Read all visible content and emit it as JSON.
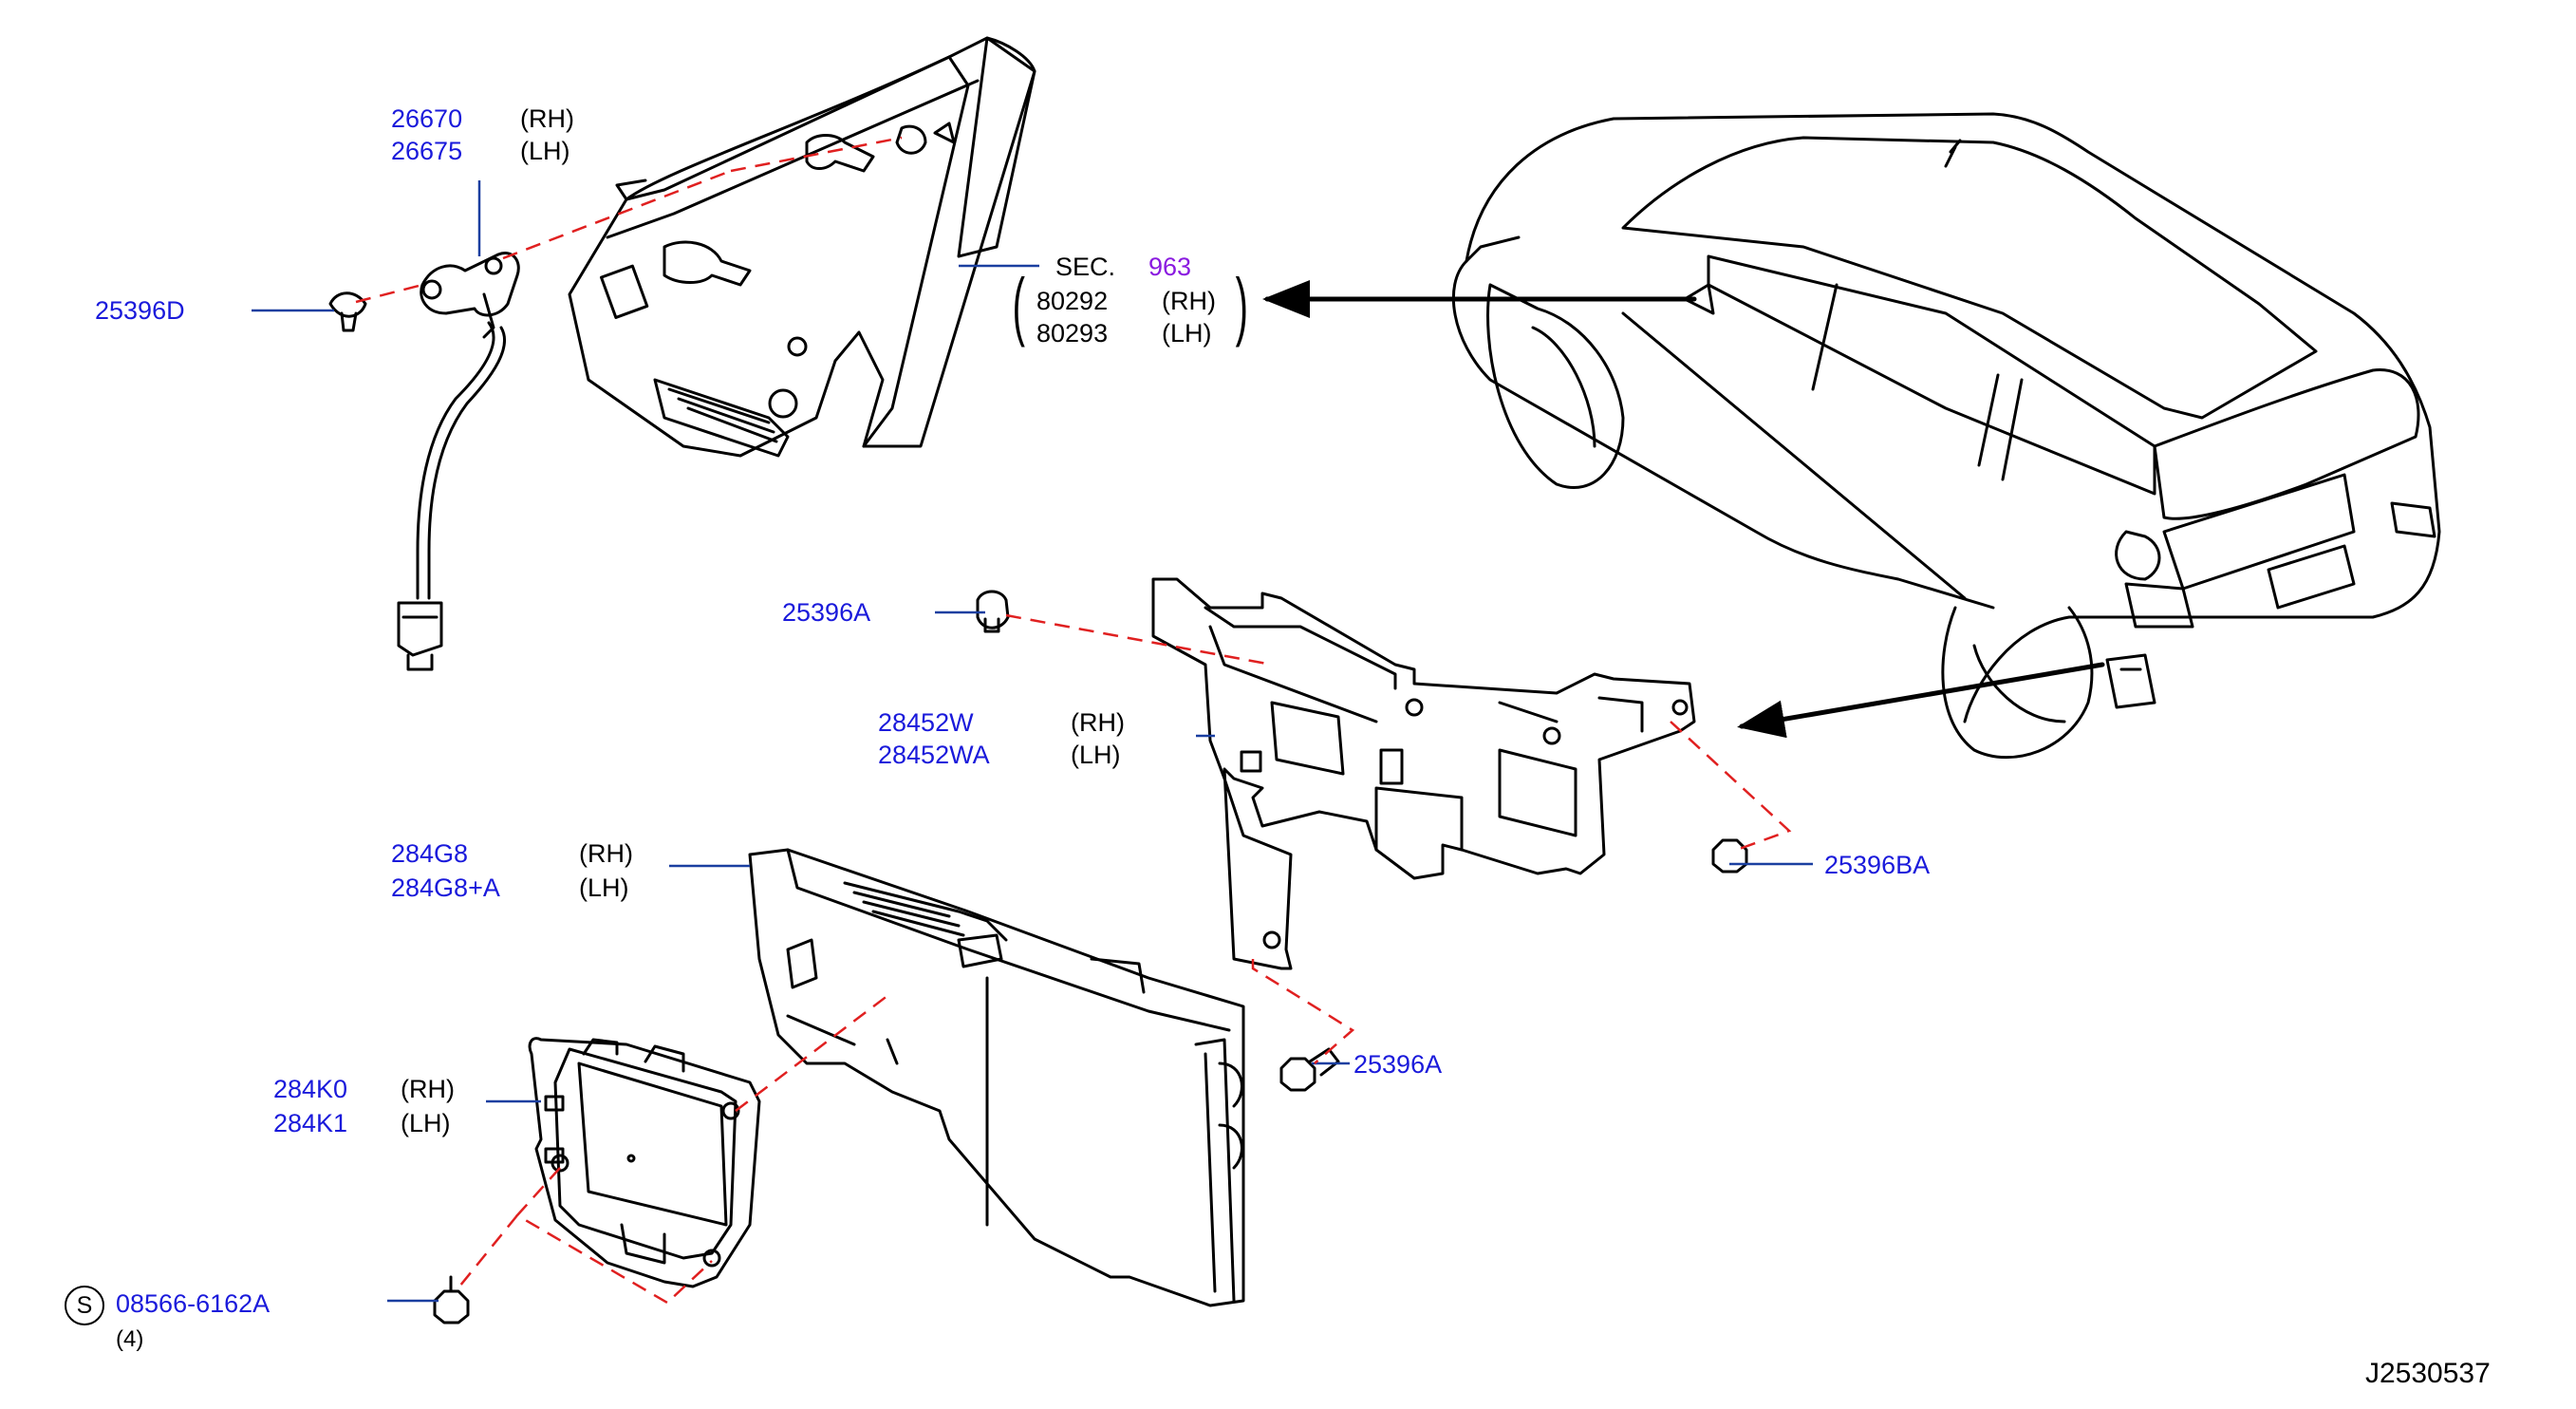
{
  "colors": {
    "part_number": "#1a1adb",
    "section": "#8a1ae0",
    "leader_line": "#1a3fa0",
    "dashed_line": "#e02020",
    "drawing": "#000000"
  },
  "parts": {
    "p26670": {
      "number": "26670",
      "side": "(RH)"
    },
    "p26675": {
      "number": "26675",
      "side": "(LH)"
    },
    "p25396D": {
      "number": "25396D"
    },
    "sec": {
      "prefix": "SEC.",
      "number": "963"
    },
    "p80292": {
      "number": "80292",
      "side": "(RH)"
    },
    "p80293": {
      "number": "80293",
      "side": "(LH)"
    },
    "p25396A_top": {
      "number": "25396A"
    },
    "p28452W": {
      "number": "28452W",
      "side": "(RH)"
    },
    "p28452WA": {
      "number": "28452WA",
      "side": "(LH)"
    },
    "p25396BA": {
      "number": "25396BA"
    },
    "p284G8": {
      "number": "284G8",
      "side": "(RH)"
    },
    "p284G8A": {
      "number": "284G8+A",
      "side": "(LH)"
    },
    "p25396A_mid": {
      "number": "25396A"
    },
    "p284K0": {
      "number": "284K0",
      "side": "(RH)"
    },
    "p284K1": {
      "number": "284K1",
      "side": "(LH)"
    },
    "p08566": {
      "symbol": "S",
      "number": "08566-6162A",
      "qty": "(4)"
    }
  },
  "drawing_ref": "J2530537"
}
